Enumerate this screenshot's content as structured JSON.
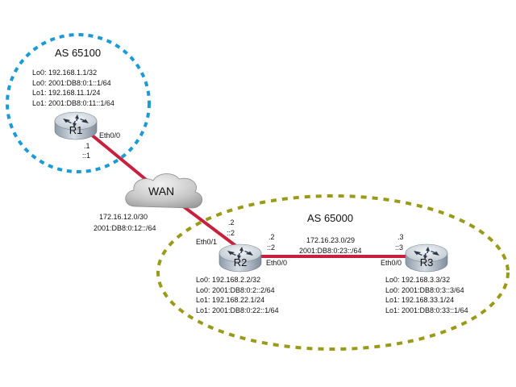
{
  "diagram": {
    "autonomous_systems": [
      {
        "id": "as65100",
        "label": "AS 65100",
        "color": "#1a9ad6"
      },
      {
        "id": "as65000",
        "label": "AS 65000",
        "color": "#9a9a1a"
      }
    ],
    "link_color": "#c8203c",
    "wan": {
      "label": "WAN"
    },
    "routers": {
      "r1": {
        "name": "R1",
        "interface": "Eth0/0",
        "ipv4_host": ".1",
        "ipv6_host": "::1",
        "loopbacks": [
          "Lo0: 192.168.1.1/32",
          "Lo0: 2001:DB8:0:1::1/64",
          "Lo1: 192.168.11.1/24",
          "Lo1: 2001:DB8:0:11::1/64"
        ]
      },
      "r2": {
        "name": "R2",
        "wan_interface": "Eth0/1",
        "wan_ipv4_host": ".2",
        "wan_ipv6_host": "::2",
        "lan_interface": "Eth0/0",
        "lan_ipv4_host": ".2",
        "lan_ipv6_host": "::2",
        "loopbacks": [
          "Lo0: 192.168.2.2/32",
          "Lo0: 2001:DB8:0:2::2/64",
          "Lo1: 192.168.22.1/24",
          "Lo1: 2001:DB8:0:22::1/64"
        ]
      },
      "r3": {
        "name": "R3",
        "interface": "Eth0/0",
        "ipv4_host": ".3",
        "ipv6_host": "::3",
        "loopbacks": [
          "Lo0: 192.168.3.3/32",
          "Lo0: 2001:DB8:0:3::3/64",
          "Lo1: 192.168.33.1/24",
          "Lo1: 2001:DB8:0:33::1/64"
        ]
      }
    },
    "networks": {
      "wan_link": {
        "ipv4": "172.16.12.0/30",
        "ipv6": "2001:DB8:0:12::/64"
      },
      "r2_r3_link": {
        "ipv4": "172.16.23.0/29",
        "ipv6": "2001:DB8:0:23::/64"
      }
    }
  }
}
